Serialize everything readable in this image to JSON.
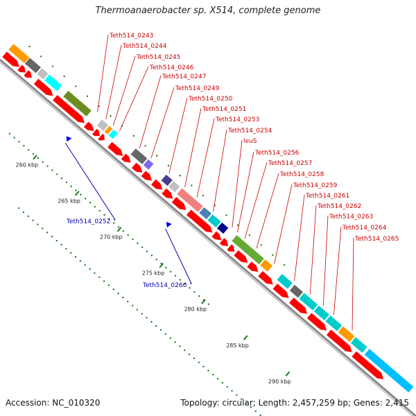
{
  "title": "Thermoanaerobacter sp. X514, complete genome",
  "footer": {
    "accession": "Accession: NC_010320",
    "summary": "Topology: circular; Length: 2,457,259 bp; Genes: 2,415"
  },
  "colors": {
    "gene_forward": "#ff0000",
    "gene_reverse": "#0000ee",
    "backbone": "#888888",
    "tick": "#1a7a1a",
    "label_forward": "#cc0000",
    "label_reverse": "#0000aa"
  },
  "ticks": [
    "260 kbp",
    "265 kbp",
    "270 kbp",
    "275 kbp",
    "280 kbp",
    "285 kbp",
    "290 kbp"
  ],
  "forward_labels": [
    "Teth514_0243",
    "Teth514_0244",
    "Teth514_0245",
    "Teth514_0246",
    "Teth514_0247",
    "Teth514_0249",
    "Teth514_0250",
    "Teth514_0251",
    "Teth514_0253",
    "Teth514_0254",
    "leuS",
    "Teth514_0256",
    "Teth514_0257",
    "Teth514_0258",
    "Teth514_0259",
    "Teth514_0261",
    "Teth514_0262",
    "Teth514_0263",
    "Teth514_0264",
    "Teth514_0265"
  ],
  "reverse_labels": [
    "Teth514_0252",
    "Teth514_0260"
  ],
  "cog_colors": [
    "#ff9900",
    "#666666",
    "#c0c0c0",
    "#00ffff",
    "#6b8e23",
    "#c0c0c0",
    "#ff9900",
    "#00ffff",
    "#666666",
    "#7b68ee",
    "#483d8b",
    "#c0c0c0",
    "#f08080",
    "#4682b4",
    "#00cccc",
    "#00008b",
    "#66aa33",
    "#ff9900",
    "#00cccc",
    "#666666",
    "#00cccc",
    "#00cccc",
    "#00cccc",
    "#ff9900",
    "#00cccc",
    "#00bfff"
  ]
}
